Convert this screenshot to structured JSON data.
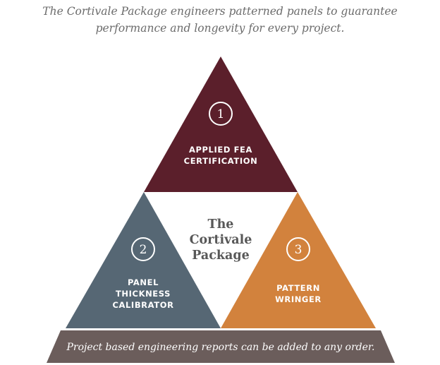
{
  "caption": {
    "line1": "The Cortivale Package engineers patterned panels to guarantee",
    "line2": "performance and longevity for every project."
  },
  "center": {
    "line1": "The",
    "line2": "Cortivale",
    "line3": "Package"
  },
  "triangles": [
    {
      "number": "1",
      "label_lines": [
        "APPLIED FEA",
        "CERTIFICATION"
      ],
      "color": "#5b1f2b"
    },
    {
      "number": "2",
      "label_lines": [
        "PANEL",
        "THICKNESS",
        "CALIBRATOR"
      ],
      "color": "#566774"
    },
    {
      "number": "3",
      "label_lines": [
        "PATTERN",
        "WRINGER"
      ],
      "color": "#d2823d"
    }
  ],
  "footer": {
    "text": "Project based engineering reports can be added to any order.",
    "color": "#6b5d5b"
  }
}
